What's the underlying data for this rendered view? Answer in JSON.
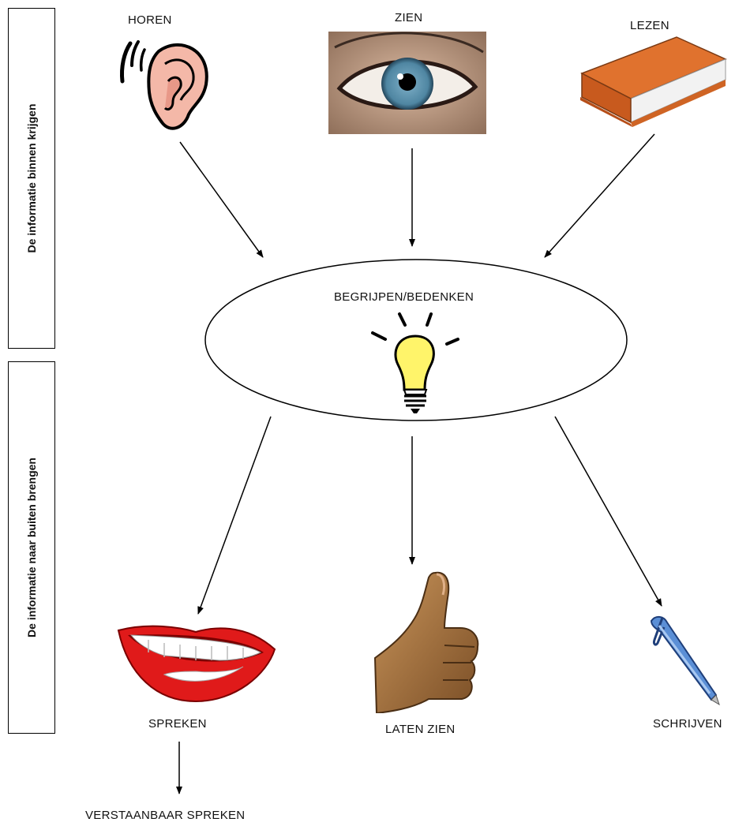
{
  "side_labels": {
    "top": "De informatie binnen krijgen",
    "bottom": "De informatie naar  buiten brengen"
  },
  "inputs": {
    "horen": "HOREN",
    "zien": "ZIEN",
    "lezen": "LEZEN"
  },
  "center": {
    "label": "BEGRIJPEN/BEDENKEN"
  },
  "outputs": {
    "spreken": "SPREKEN",
    "laten_zien": "LATEN ZIEN",
    "schrijven": "SCHRIJVEN",
    "verstaanbaar": "VERSTAANBAAR SPREKEN"
  },
  "icons": [
    "ear-icon",
    "eye-icon",
    "book-icon",
    "lightbulb-icon",
    "mouth-icon",
    "thumbs-up-icon",
    "pen-icon"
  ]
}
